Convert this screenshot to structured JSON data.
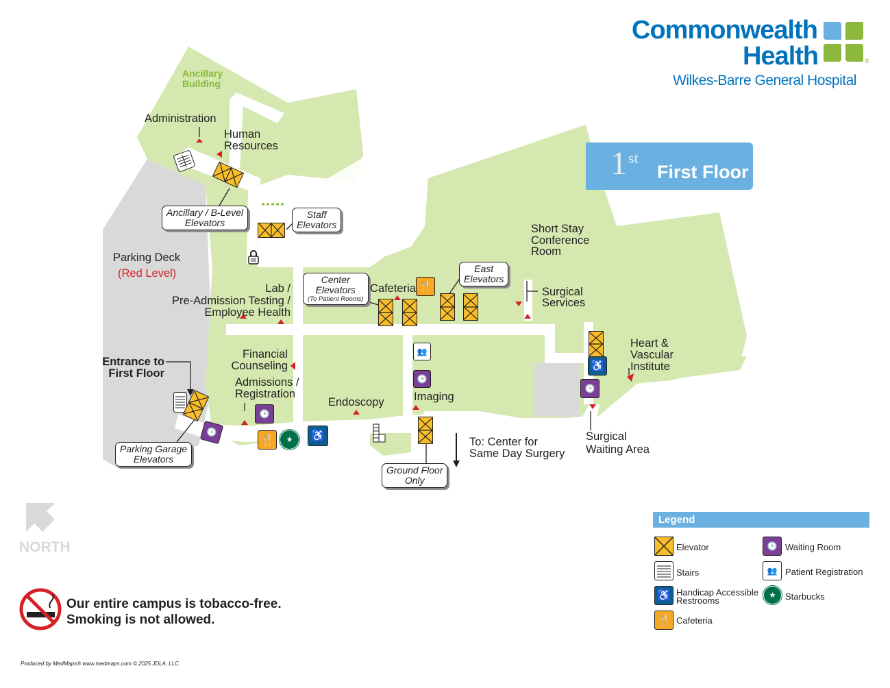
{
  "brand": {
    "line1": "Commonwealth",
    "line2": "Health",
    "subtitle": "Wilkes-Barre General Hospital",
    "registered": "®"
  },
  "floor_badge": {
    "number": "1",
    "suffix": "st",
    "label": "First Floor"
  },
  "labels": {
    "ancillary_building": "Ancillary Building",
    "administration": "Administration",
    "human_resources": "Human Resources",
    "parking_deck": "Parking Deck",
    "red_level": "(Red Level)",
    "lab": "Lab /",
    "pre_admission": "Pre-Admission Testing /",
    "employee_health": "Employee Health",
    "cafeteria": "Cafeteria",
    "short_stay": "Short Stay",
    "conference": "Conference",
    "room": "Room",
    "surgical_services_1": "Surgical",
    "surgical_services_2": "Services",
    "heart_1": "Heart &",
    "heart_2": "Vascular",
    "heart_3": "Institute",
    "financial_1": "Financial",
    "financial_2": "Counseling",
    "admissions_1": "Admissions /",
    "admissions_2": "Registration",
    "entrance_1": "Entrance to",
    "entrance_2": "First Floor",
    "endoscopy": "Endoscopy",
    "imaging": "Imaging",
    "to_center_1": "To: Center for",
    "to_center_2": "Same Day Surgery",
    "surgical_waiting_1": "Surgical",
    "surgical_waiting_2": "Waiting Area",
    "north": "NORTH"
  },
  "callouts": {
    "ancillary_elev_1": "Ancillary / B-Level",
    "ancillary_elev_2": "Elevators",
    "staff_1": "Staff",
    "staff_2": "Elevators",
    "center_1": "Center",
    "center_2": "Elevators",
    "center_3": "(To Patient Rooms)",
    "east_1": "East",
    "east_2": "Elevators",
    "parking_1": "Parking Garage",
    "parking_2": "Elevators",
    "ground_1": "Ground Floor",
    "ground_2": "Only"
  },
  "tobacco": {
    "line1": "Our entire campus is tobacco-free.",
    "line2": "Smoking is not allowed."
  },
  "legend": {
    "title": "Legend",
    "items": {
      "elevator": "Elevator",
      "stairs": "Stairs",
      "handicap_1": "Handicap Accessible",
      "handicap_2": "Restrooms",
      "cafeteria": "Cafeteria",
      "waiting": "Waiting Room",
      "registration": "Patient Registration",
      "starbucks": "Starbucks"
    }
  },
  "credit": "Produced by MedMaps® www.medmaps.com © 2025 JDLA, LLC",
  "icons": {
    "elevator": "elevator-icon",
    "stairs": "stairs-icon",
    "handicap": "wheelchair-icon",
    "cafeteria": "fork-knife-icon",
    "waiting": "waiting-room-icon",
    "registration": "registration-icon",
    "starbucks": "starbucks-icon",
    "no_smoking": "no-smoking-icon",
    "north": "north-arrow-icon"
  },
  "colors": {
    "building": "#d4e8b0",
    "corridor": "#ffffff",
    "parking": "#d9d9d9",
    "brand_blue": "#0073bc",
    "brand_green": "#8cb83e",
    "badge": "#6ab0e0",
    "marker": "#d62027",
    "elevator": "#f7bd2a",
    "waiting": "#7b3f98",
    "handicap": "#0f5d8f",
    "cafeteria": "#f7a823"
  }
}
